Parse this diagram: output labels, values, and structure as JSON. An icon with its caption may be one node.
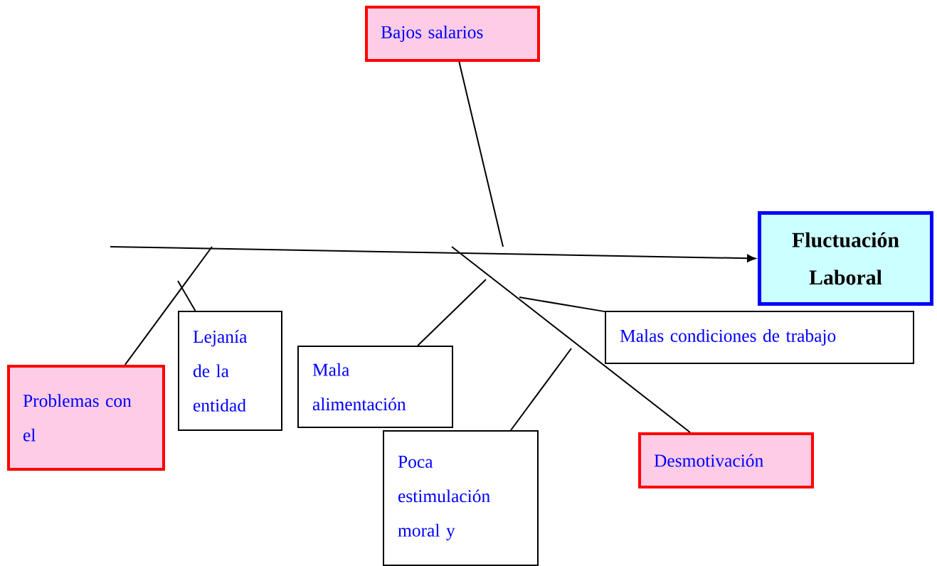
{
  "diagram": {
    "nodes": [
      {
        "text": [
          "Bajos salarios"
        ]
      },
      {
        "text": [
          "Fluctuación Laboral"
        ]
      },
      {
        "text": [
          "Problemas con el"
        ]
      },
      {
        "text": [
          "Lejanía de la entidad"
        ]
      },
      {
        "text": [
          "Mala alimentación"
        ]
      },
      {
        "text": [
          "Malas condiciones de trabajo"
        ]
      },
      {
        "text": [
          "Poca estimulación moral y"
        ]
      },
      {
        "text": [
          "Desmotivación"
        ]
      }
    ],
    "edges": [
      {
        "from": null,
        "to": 1,
        "arrow": "to"
      },
      {
        "from": 0,
        "to": null,
        "arrow": "none"
      },
      {
        "from": 2,
        "to": null,
        "arrow": "none"
      },
      {
        "from": 3,
        "to": null,
        "arrow": "none"
      },
      {
        "from": 4,
        "to": null,
        "arrow": "none"
      },
      {
        "from": 5,
        "to": null,
        "arrow": "none"
      },
      {
        "from": 6,
        "to": null,
        "arrow": "none"
      },
      {
        "from": 7,
        "to": null,
        "arrow": "none"
      }
    ]
  }
}
